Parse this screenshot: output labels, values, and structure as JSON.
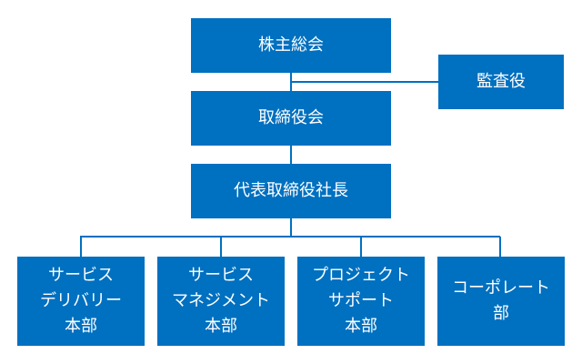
{
  "nodes": {
    "shareholders": {
      "label": "株主総会"
    },
    "auditor": {
      "label": "監査役"
    },
    "board": {
      "label": "取締役会"
    },
    "ceo": {
      "label": "代表取締役社長"
    },
    "service_delivery": {
      "lines": [
        "サービス",
        "デリバリー",
        "本部"
      ]
    },
    "service_management": {
      "lines": [
        "サービス",
        "マネジメント",
        "本部"
      ]
    },
    "project_support": {
      "lines": [
        "プロジェクト",
        "サポート",
        "本部"
      ]
    },
    "corporate": {
      "lines": [
        "コーポレート",
        "部"
      ]
    }
  },
  "colors": {
    "box": "#0070c0",
    "line": "#0070c0",
    "text": "#ffffff"
  }
}
